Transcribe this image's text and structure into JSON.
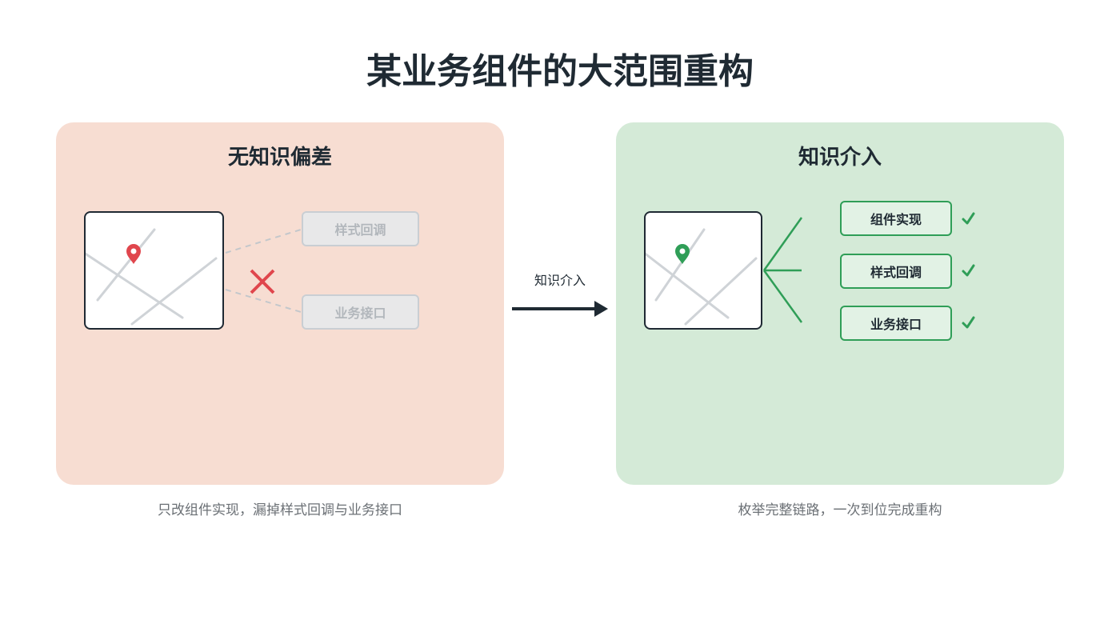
{
  "title": "某业务组件的大范围重构",
  "colors": {
    "left_panel_bg": "#f7ddd2",
    "right_panel_bg": "#d4ead7",
    "error_red": "#e0464d",
    "success_green": "#2f9e57",
    "text_dark": "#1f2a33",
    "caption_gray": "#6b7075"
  },
  "left_panel": {
    "title": "无知识偏差",
    "targets": [
      {
        "label": "样式回调"
      },
      {
        "label": "业务接口"
      }
    ],
    "caption": "只改组件实现，漏掉样式回调与业务接口"
  },
  "transition": {
    "label": "知识介入"
  },
  "right_panel": {
    "title": "知识介入",
    "targets": [
      {
        "label": "组件实现",
        "checked": true
      },
      {
        "label": "样式回调",
        "checked": true
      },
      {
        "label": "业务接口",
        "checked": true
      }
    ],
    "caption": "枚举完整链路，一次到位完成重构"
  },
  "icons": {
    "pin": "map-pin-icon",
    "cross": "cross-icon",
    "check": "check-icon",
    "arrow": "arrow-right-icon"
  }
}
